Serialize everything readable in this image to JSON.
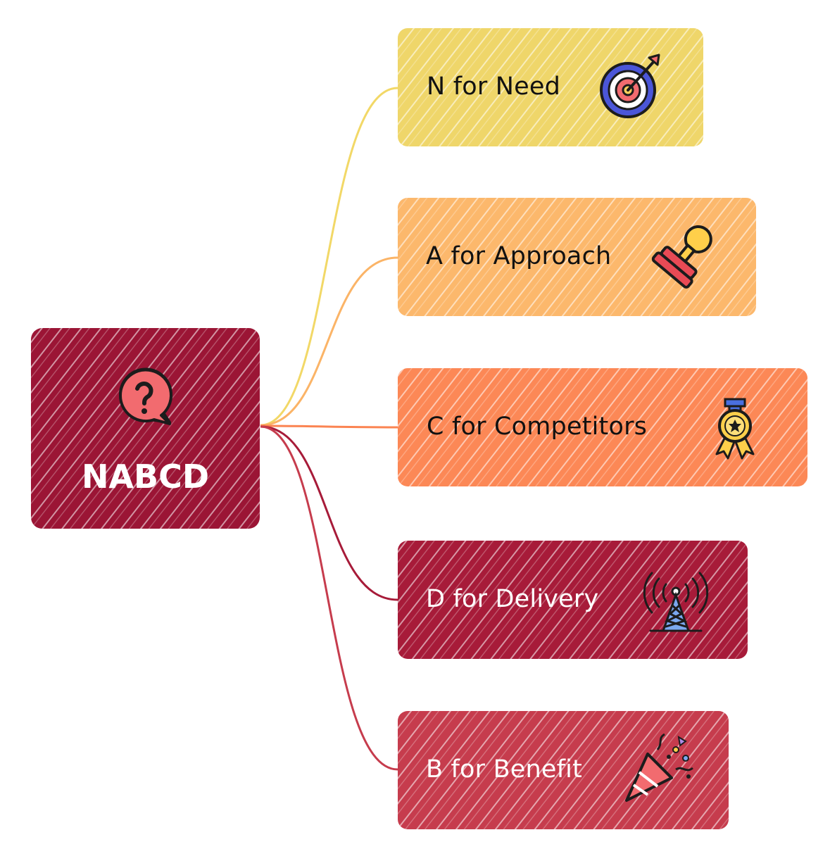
{
  "root": {
    "label": "NABCD",
    "icon": "question-bubble-icon",
    "color": "#9b1535",
    "text_color": "#ffffff"
  },
  "branches": [
    {
      "label": "N for Need",
      "icon": "target-icon",
      "color": "#efd66a",
      "text_color": "#111111",
      "line_color": "#f2d867"
    },
    {
      "label": "A for Approach",
      "icon": "stamp-icon",
      "color": "#fcb86c",
      "text_color": "#111111",
      "line_color": "#fbb467"
    },
    {
      "label": "C for Competitors",
      "icon": "medal-icon",
      "color": "#fc8856",
      "text_color": "#111111",
      "line_color": "#fb8452"
    },
    {
      "label": "D for Delivery",
      "icon": "signal-tower-icon",
      "color": "#a71b39",
      "text_color": "#ffffff",
      "line_color": "#a71b39"
    },
    {
      "label": "B for Benefit",
      "icon": "party-popper-icon",
      "color": "#c63c4d",
      "text_color": "#ffffff",
      "line_color": "#c63c4d"
    }
  ]
}
